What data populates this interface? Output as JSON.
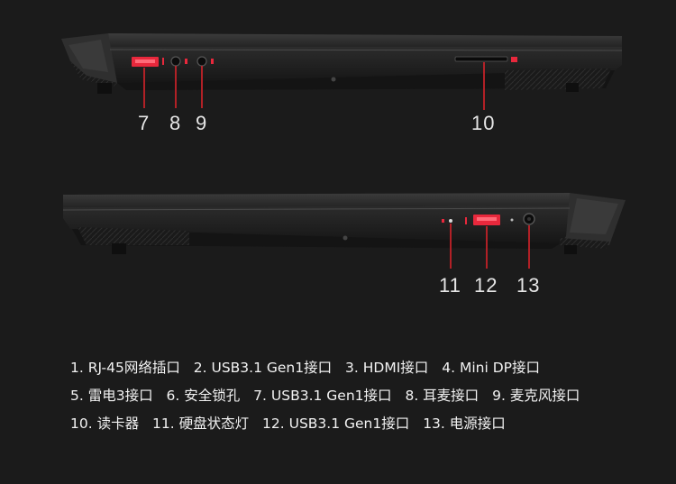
{
  "callouts": {
    "top": [
      "7",
      "8",
      "9",
      "10"
    ],
    "bottom": [
      "11",
      "12",
      "13"
    ]
  },
  "legend": {
    "rows": [
      [
        "1. RJ-45网络插口",
        "2. USB3.1 Gen1接口",
        "3. HDMI接口",
        "4. Mini DP接口"
      ],
      [
        "5. 雷电3接口",
        "6. 安全锁孔",
        "7. USB3.1 Gen1接口",
        "8. 耳麦接口",
        "9. 麦克风接口"
      ],
      [
        "10. 读卡器",
        "11. 硬盘状态灯",
        "12. USB3.1 Gen1接口",
        "13. 电源接口"
      ]
    ]
  },
  "colors": {
    "background": "#1b1b1b",
    "leader_line": "#d8232a",
    "port_highlight": "#e8283c"
  }
}
